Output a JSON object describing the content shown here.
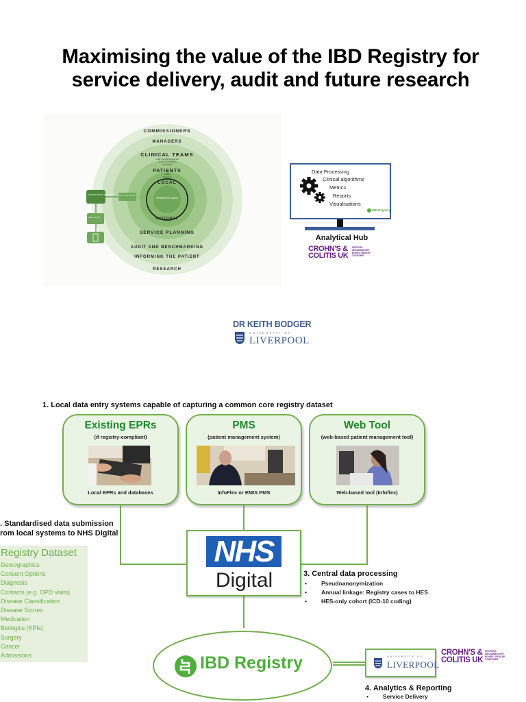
{
  "title": {
    "line1": "Maximising the value of the IBD Registry for",
    "line2": "service delivery, audit and future research"
  },
  "circle_diagram": {
    "rings": [
      "COMMISSIONERS",
      "MANAGERS",
      "CLINICAL TEAMS",
      "PATIENTS",
      "LOCAL",
      "NATIONAL",
      "SERVICE PLANNING",
      "AUDIT AND BENCHMARKING",
      "INFORMING THE PATIENT",
      "RESEARCH"
    ],
    "center": "REGISTRY DATA",
    "clinical_sub": [
      "• Audit • Service Management",
      "• Quality • Accreditation",
      "• Revalidation"
    ],
    "patients_sub": [
      "• Safety",
      "• Experience"
    ],
    "side_boxes": [
      "CLINICIAN PATIENT ENCOUNTER",
      "ELECTRONIC RECORD",
      "PAPER RECORD"
    ]
  },
  "hub": {
    "lines": [
      "Data Processing",
      "Clinical algorithms",
      "Metrics",
      "Reports",
      "Visualisations"
    ],
    "badge": "IBD Registry",
    "title": "Analytical Hub",
    "ccuk_line1": "CROHN'S &",
    "ccuk_line2": "COLITIS UK",
    "ccuk_tag": [
      "FIGHTING",
      "INFLAMMATORY",
      "BOWEL DISEASE",
      "TOGETHER"
    ]
  },
  "author": {
    "name": "DR KEITH BODGER",
    "university_small": "UNIVERSITY OF",
    "university_big": "LIVERPOOL"
  },
  "flow": {
    "step1": "1. Local data entry systems capable of capturing a common core registry dataset",
    "sources": [
      {
        "title": "Existing EPRs",
        "subtitle": "(if registry-compliant)",
        "caption": "Local EPRs and databases"
      },
      {
        "title": "PMS",
        "subtitle": "(patient management system)",
        "caption": "InfoFlex or EMIS PMS"
      },
      {
        "title": "Web Tool",
        "subtitle": "(web-based patient management tool)",
        "caption": "Web-based tool (Infoflex)"
      }
    ],
    "step2_line1": ". Standardised data submission",
    "step2_line2": "rom local systems to NHS Digital",
    "nhs_logo": "NHS",
    "nhs_digital": "Digital",
    "step3": {
      "heading": "3. Central data processing",
      "bullets": [
        "Pseudoanonymization",
        "Annual linkage: Registry cases to HES",
        "HES-only cohort (ICD-10 coding)"
      ]
    },
    "dataset": {
      "title": "Registry Dataset",
      "items": [
        "Demographics",
        "Consent Options",
        "Diagnosis",
        "Contacts (e.g. OPD visits)",
        "Disease Classification",
        "Disease Scores",
        "Medication",
        "Biologics (KPIs)",
        "Surgery",
        "Cancer",
        "Admissions"
      ]
    },
    "ibd_registry": "IBD Registry",
    "step4": {
      "heading": "4. Analytics & Reporting",
      "bullets": [
        "Service Delivery"
      ]
    }
  },
  "colors": {
    "green": "#73b04f",
    "title_green": "#1f8a2e",
    "nhs_blue": "#1f5fb5",
    "ccuk_purple": "#6a1f8c",
    "uol_blue": "#3b5a8a"
  }
}
